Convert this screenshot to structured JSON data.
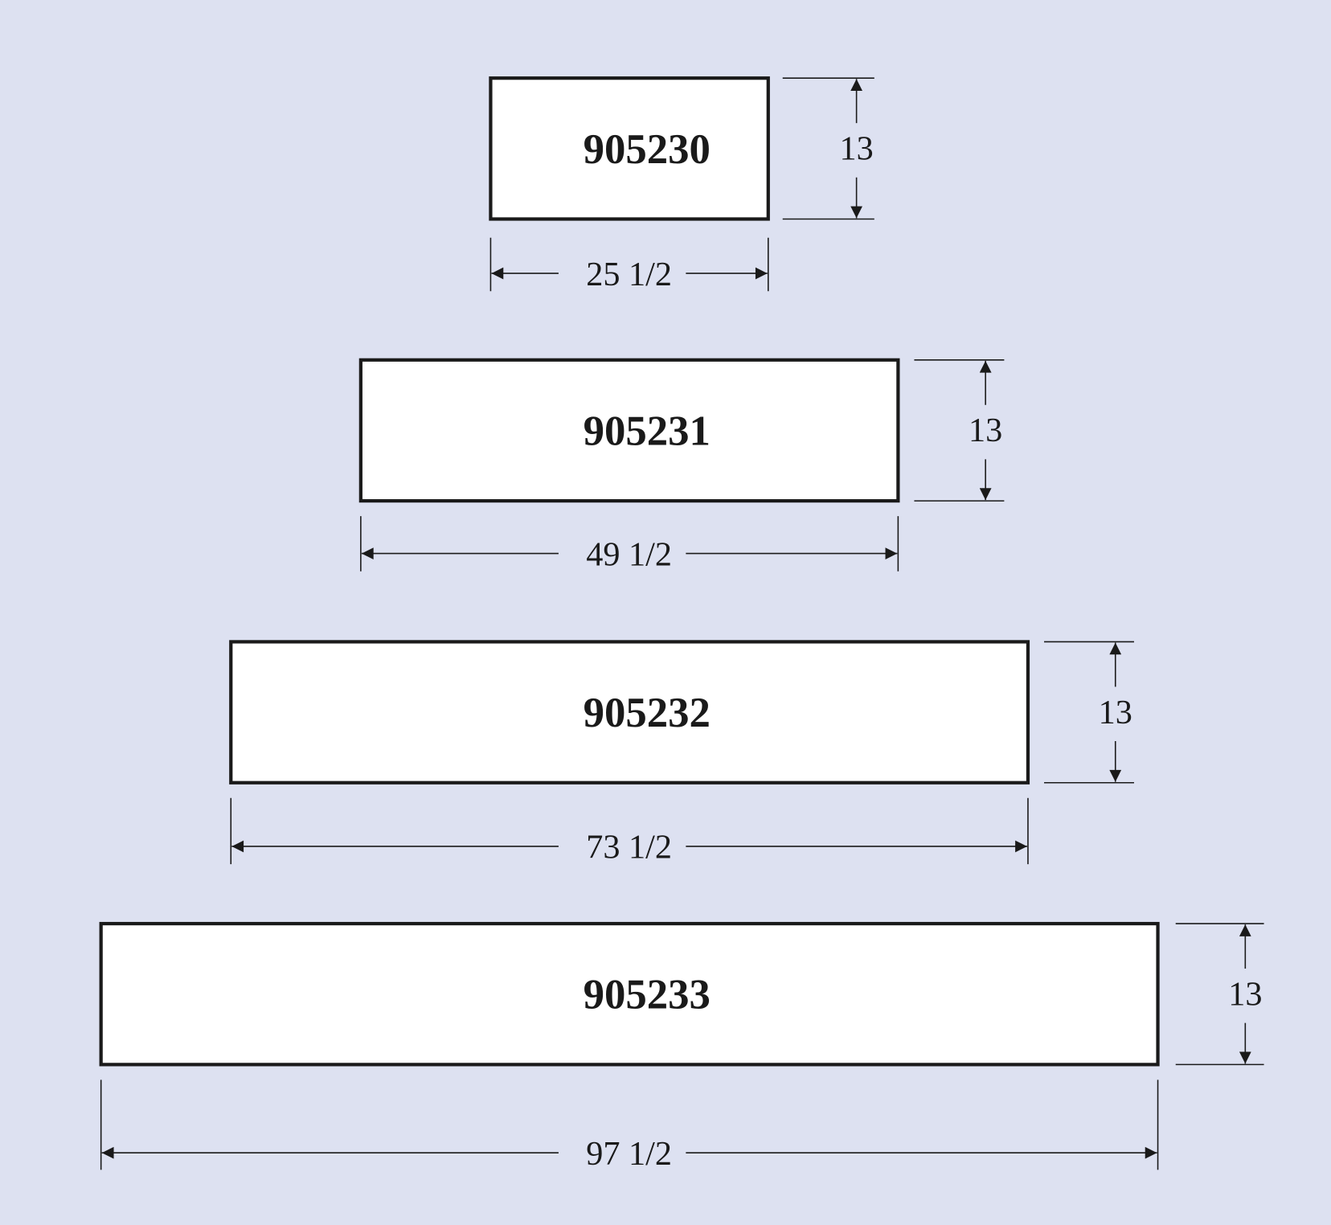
{
  "colors": {
    "background": "#dde1f1",
    "box_fill": "#ffffff",
    "line": "#1a1a1a"
  },
  "parts": [
    {
      "part_number": "905230",
      "width": "25 1/2",
      "height": "13"
    },
    {
      "part_number": "905231",
      "width": "49 1/2",
      "height": "13"
    },
    {
      "part_number": "905232",
      "width": "73 1/2",
      "height": "13"
    },
    {
      "part_number": "905233",
      "width": "97 1/2",
      "height": "13"
    }
  ]
}
